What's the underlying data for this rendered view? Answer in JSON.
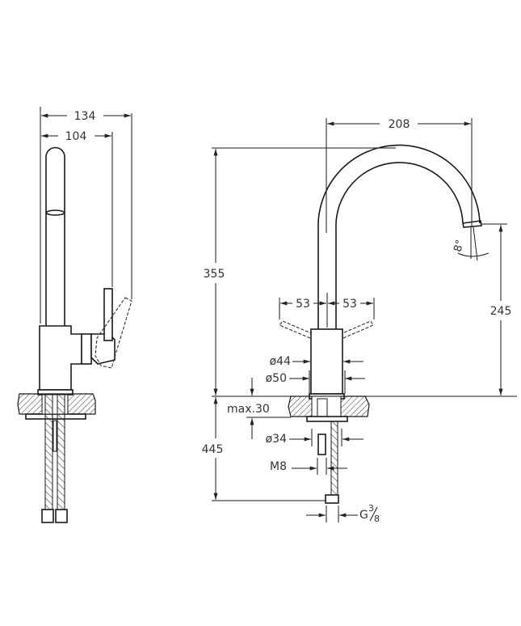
{
  "drawing": {
    "side_view": {
      "overall_depth": "134",
      "spout_depth": "104"
    },
    "front_view": {
      "spout_reach": "208",
      "total_height": "355",
      "spout_outlet_height": "245",
      "outlet_angle": "8°",
      "handle_left_swing": "53",
      "handle_right_swing": "53",
      "body_diameter": "ø44",
      "flange_diameter": "ø50",
      "max_countertop": "max.30",
      "hole_diameter": "ø34",
      "stud_thread": "M8",
      "below_counter_length": "445",
      "connection_main": "G",
      "connection_num": "3",
      "connection_den": "8"
    }
  }
}
